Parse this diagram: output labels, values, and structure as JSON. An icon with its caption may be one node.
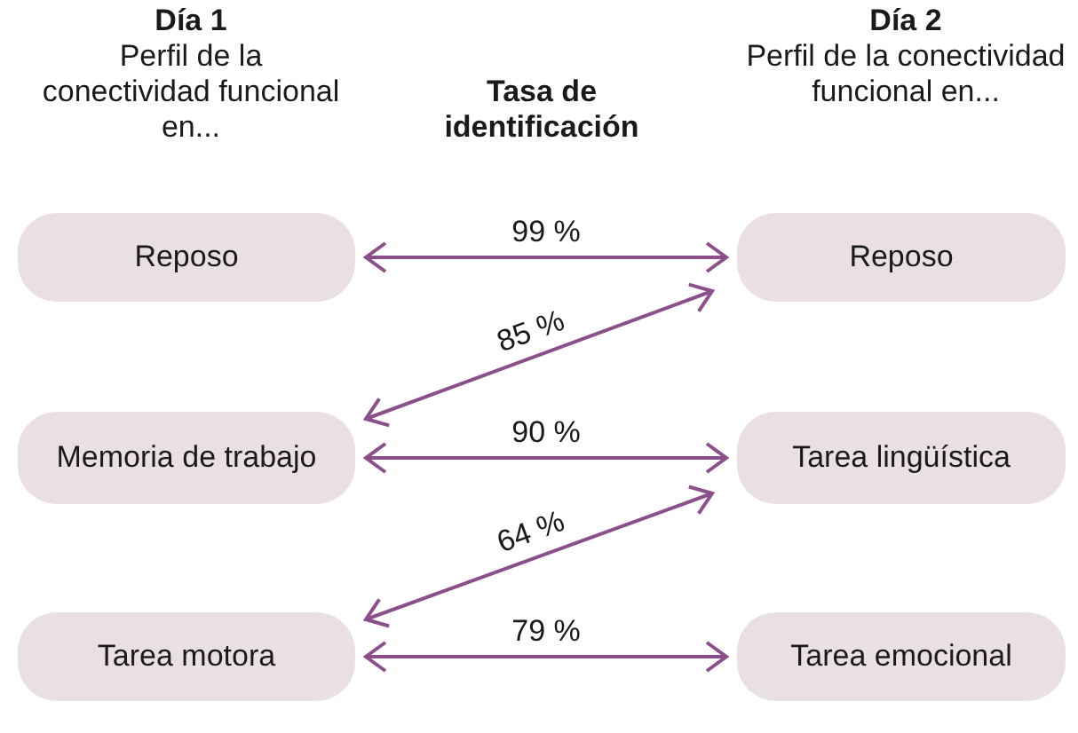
{
  "diagram": {
    "nodes": [
      {
        "text": [
          "Reposo"
        ]
      },
      {
        "text": [
          "Reposo"
        ]
      },
      {
        "text": [
          "Memoria de trabajo"
        ]
      },
      {
        "text": [
          "Tarea lingüística"
        ]
      },
      {
        "text": [
          "Tarea motora"
        ]
      },
      {
        "text": [
          "Tarea emocional"
        ]
      }
    ],
    "edges": [
      {
        "from": 0,
        "to": 1,
        "arrow": "both",
        "label": "99 %"
      },
      {
        "from": 1,
        "to": 2,
        "arrow": "both",
        "label": "85 %"
      },
      {
        "from": 2,
        "to": 3,
        "arrow": "both",
        "label": "90 %"
      },
      {
        "from": 3,
        "to": 4,
        "arrow": "both",
        "label": "64 %"
      },
      {
        "from": 4,
        "to": 5,
        "arrow": "both",
        "label": "79 %"
      }
    ],
    "labels": [
      "Día 1",
      "Perfil de la conectividad funcional en...",
      "Tasa de identificación",
      "Día 2",
      "Perfil de la conectividad funcional en..."
    ]
  }
}
